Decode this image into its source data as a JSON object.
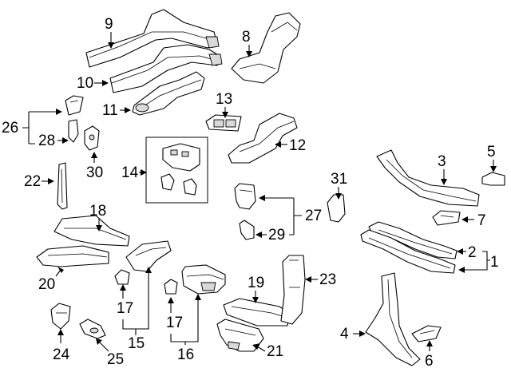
{
  "callouts": {
    "c1": "1",
    "c2": "2",
    "c3": "3",
    "c4": "4",
    "c5": "5",
    "c6": "6",
    "c7": "7",
    "c8": "8",
    "c9": "9",
    "c10": "10",
    "c11": "11",
    "c12": "12",
    "c13": "13",
    "c14": "14",
    "c15": "15",
    "c16": "16",
    "c17a": "17",
    "c17b": "17",
    "c18": "18",
    "c19": "19",
    "c20": "20",
    "c21": "21",
    "c22": "22",
    "c23": "23",
    "c24": "24",
    "c25": "25",
    "c26": "26",
    "c27": "27",
    "c28": "28",
    "c29": "29",
    "c30": "30",
    "c31": "31"
  }
}
